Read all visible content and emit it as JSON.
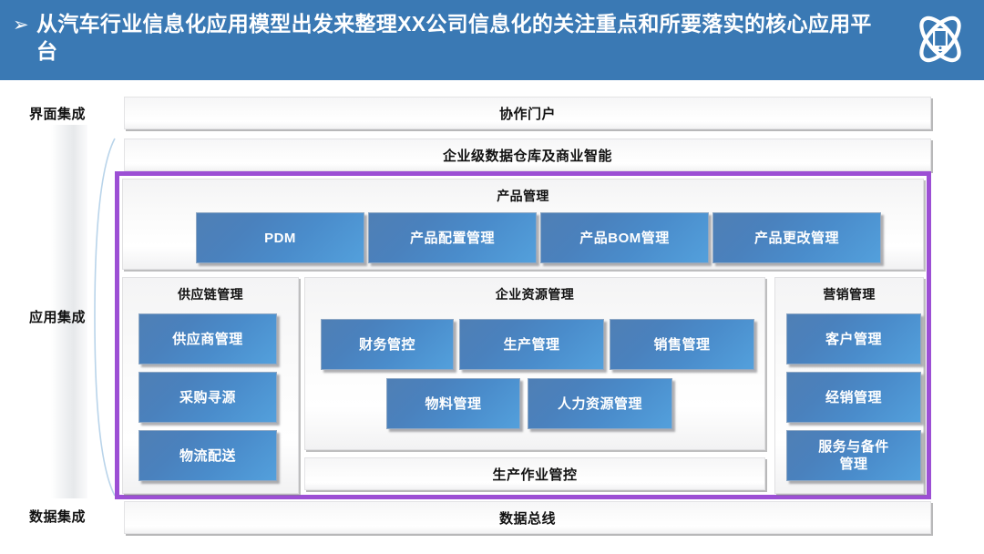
{
  "header": {
    "bullet": "➢",
    "title": "从汽车行业信息化应用模型出发来整理XX公司信息化的关注重点和所要落实的核心应用平台",
    "logo_name": "atom-mobile-logo"
  },
  "left_labels": {
    "ui_integration": "界面集成",
    "app_integration": "应用集成",
    "data_integration": "数据集成"
  },
  "top_bars": {
    "portal": "协作门户",
    "datawarehouse": "企业级数据仓库及商业智能"
  },
  "bottom_bars": {
    "mes": "生产作业管控",
    "databus": "数据总线"
  },
  "product_management": {
    "title": "产品管理",
    "items": [
      {
        "label": "PDM"
      },
      {
        "label": "产品配置管理"
      },
      {
        "label": "产品BOM管理"
      },
      {
        "label": "产品更改管理"
      }
    ]
  },
  "supply_chain": {
    "title": "供应链管理",
    "items": [
      {
        "label": "供应商管理"
      },
      {
        "label": "采购寻源"
      },
      {
        "label": "物流配送"
      }
    ]
  },
  "erp": {
    "title": "企业资源管理",
    "row1": [
      {
        "label": "财务管控"
      },
      {
        "label": "生产管理"
      },
      {
        "label": "销售管理"
      }
    ],
    "row2": [
      {
        "label": "物料管理"
      },
      {
        "label": "人力资源管理"
      }
    ]
  },
  "marketing": {
    "title": "营销管理",
    "items": [
      {
        "label": "客户管理"
      },
      {
        "label": "经销管理"
      },
      {
        "label": "服务与备件\n管理"
      }
    ]
  },
  "colors": {
    "header_blue": "#3a79b4",
    "frame_purple": "#9c4fd4",
    "box_blue": "#4a81bd",
    "box_blue_light": "#53a0dc",
    "panel_gray": "#f4f4f5",
    "brace_blue": "#b9d4ea"
  }
}
